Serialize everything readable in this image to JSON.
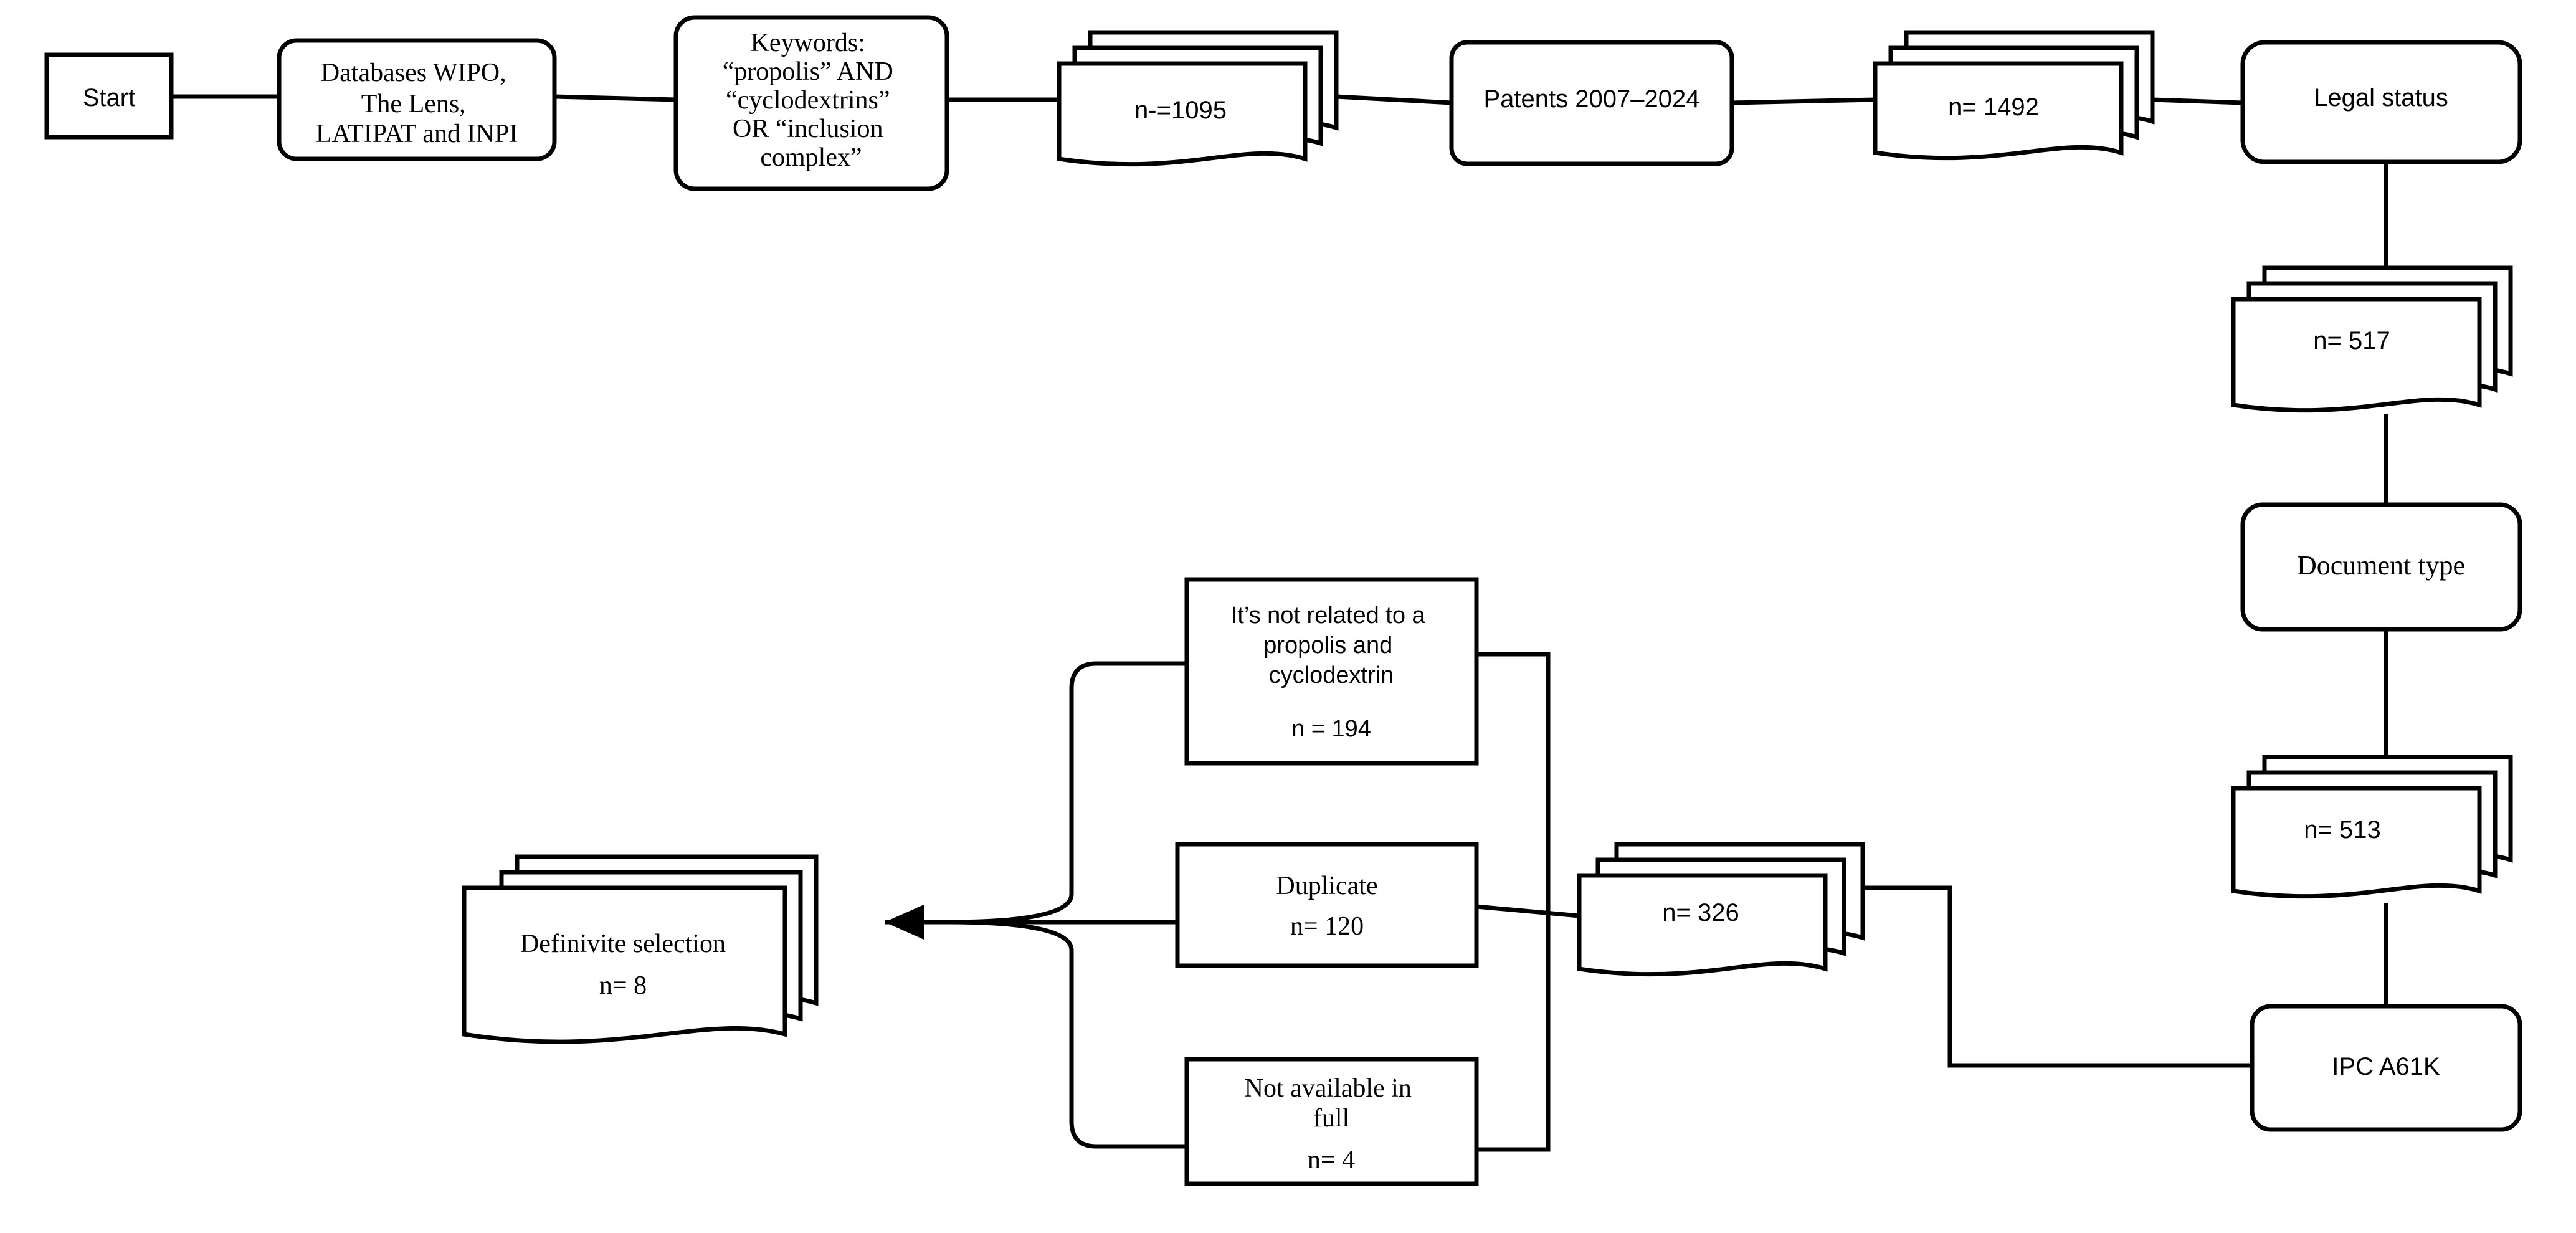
{
  "nodes": {
    "start": "Start",
    "databases": [
      "Databases WIPO,",
      "The Lens,",
      "LATIPAT and INPI"
    ],
    "keywords": [
      "Keywords:",
      "“propolis”  AND",
      "“cyclodextrins”",
      "OR “inclusion",
      "complex”"
    ],
    "count_1095": "n-=1095",
    "patents": "Patents 2007–2024",
    "count_1492": "n= 1492",
    "legal_status": "Legal status",
    "count_517": "n= 517",
    "document_type": "Document  type",
    "count_513": "n= 513",
    "ipc": "IPC A61K",
    "count_326": "n= 326",
    "not_related": [
      "It’s not related to a",
      "propolis and",
      "cyclodextrin"
    ],
    "not_related_n": "n = 194",
    "duplicate": "Duplicate",
    "duplicate_n": "n= 120",
    "not_available": [
      "Not available  in",
      "full"
    ],
    "not_available_n": "n= 4",
    "definitive": "Definivite   selection",
    "definitive_n": "n=  8"
  },
  "colors": {
    "stroke": "#000000",
    "fill": "#ffffff",
    "text": "#000000"
  }
}
